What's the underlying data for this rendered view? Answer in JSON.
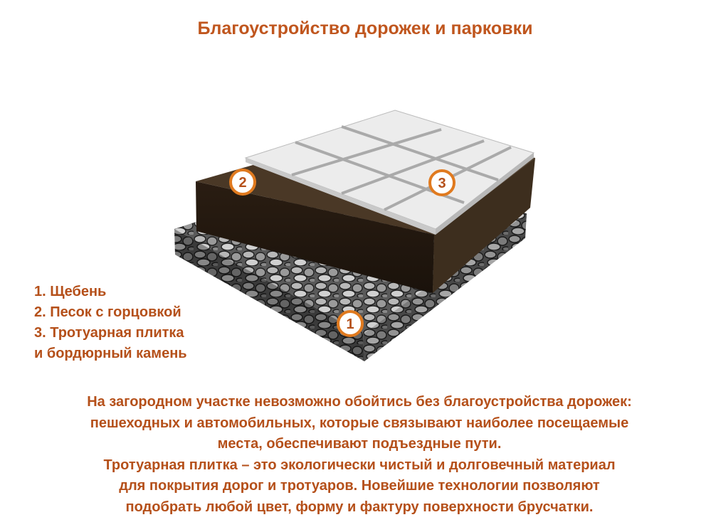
{
  "title": "Благоустройство дорожек и парковки",
  "legend": [
    "1. Щебень",
    "2. Песок с горцовкой",
    "3. Тротуарная плитка",
    "и бордюрный камень"
  ],
  "badges": [
    "1",
    "2",
    "3"
  ],
  "paragraph": [
    "На загородном участке невозможно обойтись без благоустройства дорожек:",
    "пешеходных и автомобильных, которые связывают наиболее посещаемые",
    "места, обеспечивают подъездные пути.",
    "Тротуарная плитка – это экологически чистый и долговечный материал",
    "для покрытия дорог и тротуаров. Новейшие технологии позволяют",
    "подобрать любой цвет, форму и фактуру поверхности брусчатки."
  ],
  "colors": {
    "text": "#b5501a",
    "badge": "#e07a1f",
    "soil": "#3a2a1a",
    "tile": "#eeeeee"
  }
}
